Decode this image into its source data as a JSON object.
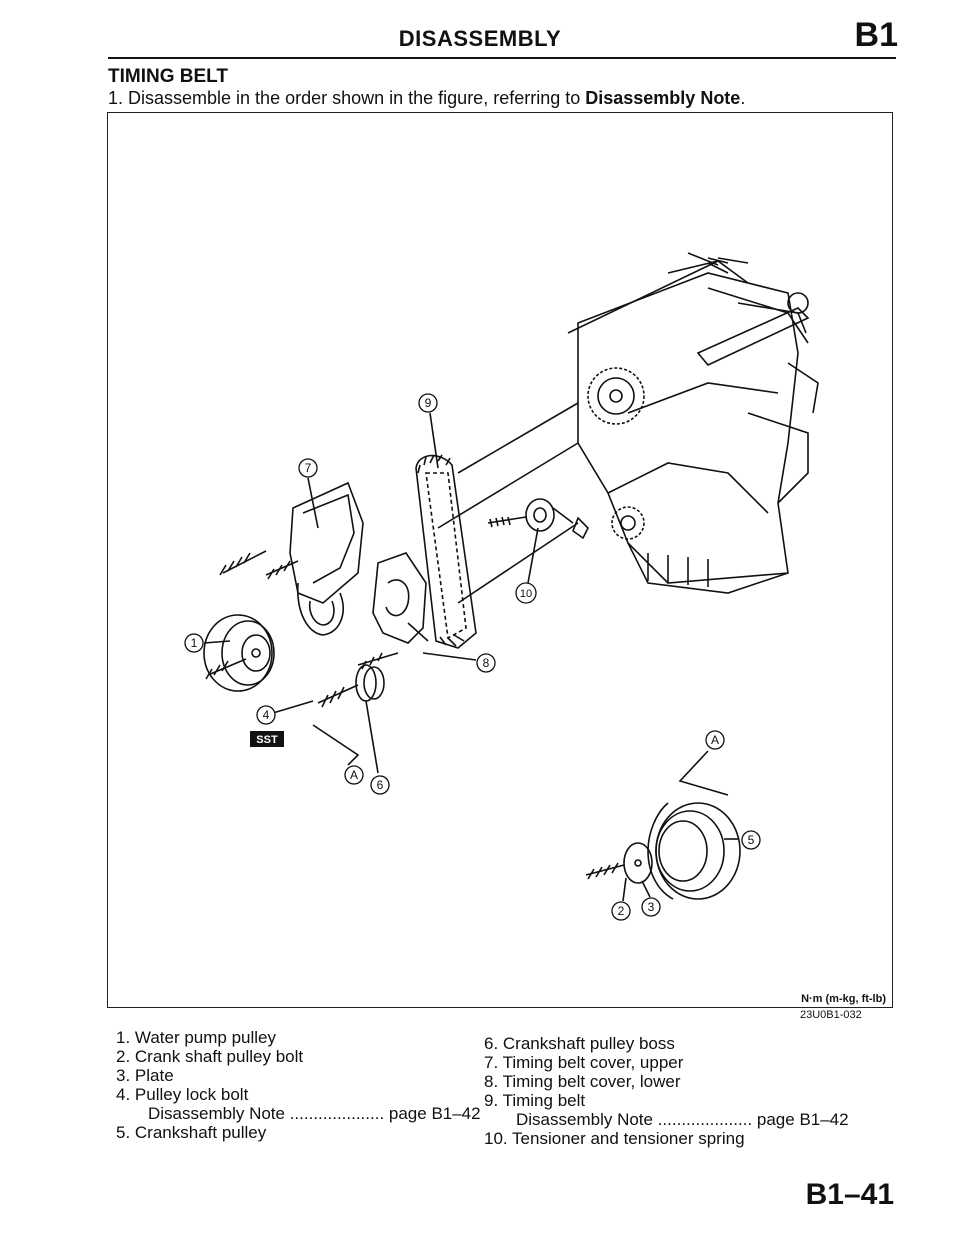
{
  "header": {
    "title": "DISASSEMBLY",
    "code": "B1"
  },
  "section": {
    "title": "TIMING BELT"
  },
  "step": {
    "text": "1. Disassemble in the order shown in the figure, referring to ",
    "ref": "Disassembly Note",
    "end": "."
  },
  "figure": {
    "unit_label": "N·m (m-kg, ft-lb)",
    "figure_code": "23U0B1-032",
    "sst_label": "SST",
    "callouts": [
      "1",
      "2",
      "3",
      "4",
      "5",
      "6",
      "7",
      "8",
      "9",
      "10",
      "A",
      "A"
    ]
  },
  "legend": {
    "left": [
      {
        "text": "1. Water pump pulley"
      },
      {
        "text": "2. Crank shaft pulley bolt"
      },
      {
        "text": "3. Plate"
      },
      {
        "text": "4. Pulley lock bolt"
      },
      {
        "text": "Disassembly Note .................... page B1–42",
        "sub": true
      },
      {
        "text": "5. Crankshaft pulley"
      }
    ],
    "right": [
      {
        "text": "6. Crankshaft pulley boss"
      },
      {
        "text": "7. Timing belt cover, upper"
      },
      {
        "text": "8. Timing belt cover, lower"
      },
      {
        "text": "9. Timing belt"
      },
      {
        "text": "Disassembly Note .................... page B1–42",
        "sub": true
      },
      {
        "text": "10. Tensioner and tensioner spring"
      }
    ]
  },
  "page_number": "B1–41"
}
